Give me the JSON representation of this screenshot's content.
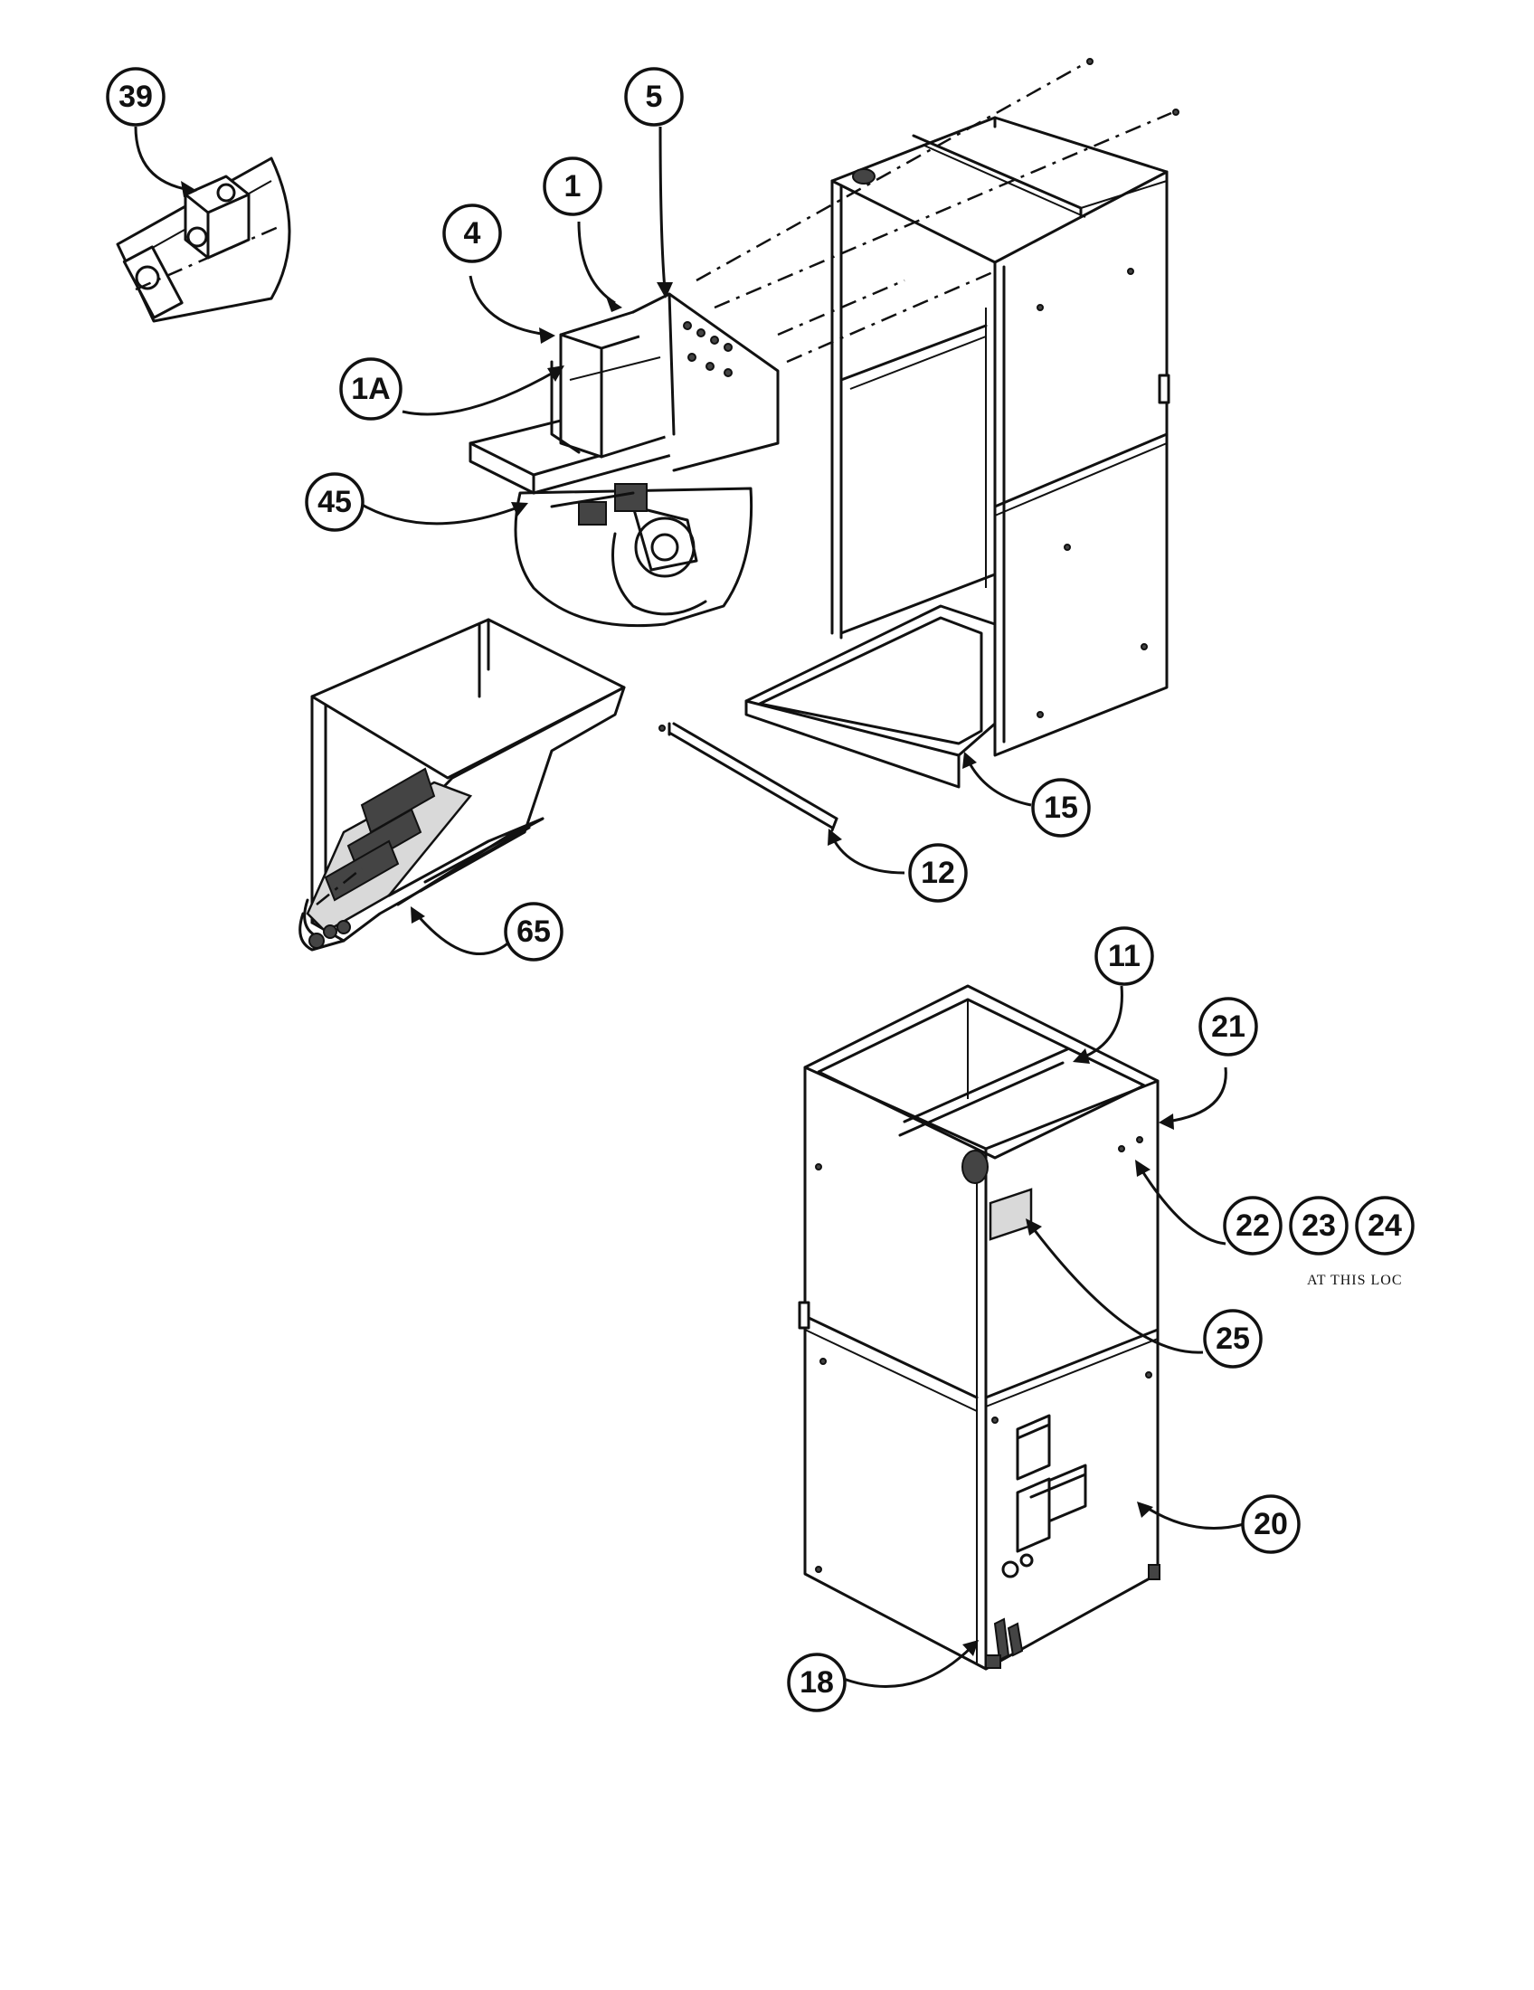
{
  "callouts": {
    "c39": "39",
    "c5": "5",
    "c1": "1",
    "c4": "4",
    "c1a": "1A",
    "c45": "45",
    "c15": "15",
    "c12": "12",
    "c65": "65",
    "c11": "11",
    "c21": "21",
    "c22": "22",
    "c23": "23",
    "c24": "24",
    "c25": "25",
    "c20": "20",
    "c18": "18"
  },
  "note_text": "AT THIS LOC"
}
